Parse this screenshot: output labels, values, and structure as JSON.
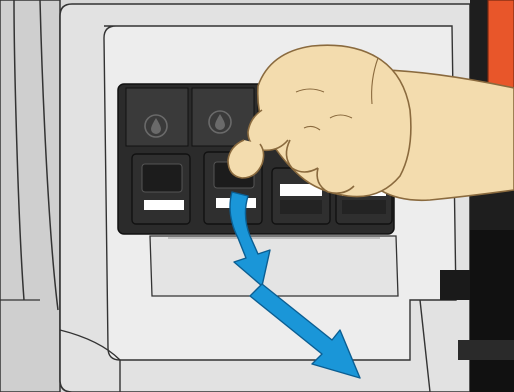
{
  "illustration": {
    "subject": "printer-ink-cartridge-removal",
    "cartridge_count": 4,
    "cartridge_being_removed": 2,
    "icons": [
      "ink-drop-icon",
      "ink-drop-icon",
      "hand-icon",
      "removal-arrow-icon"
    ],
    "colors": {
      "arrow": "#1a96d8",
      "arrow_outline": "#0b5e92",
      "accent_orange": "#e8562a",
      "cartridge": "#2f2f2f",
      "cartridge_handle": "#1c1c1c",
      "panel": "#e6e6e6",
      "bay": "#2b2b2b",
      "skin": "#f3dcae",
      "skin_outline": "#8a6a3e"
    }
  }
}
